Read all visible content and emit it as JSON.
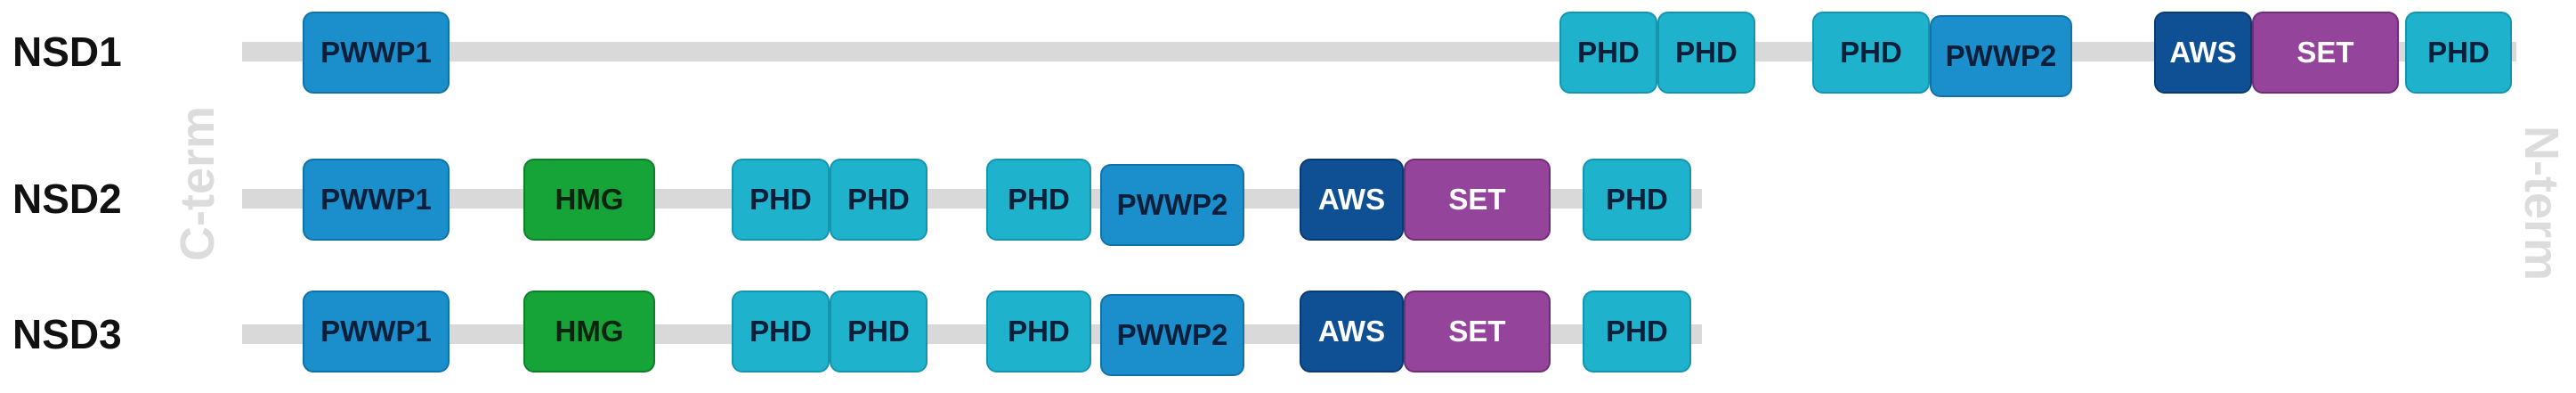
{
  "terminus_labels": {
    "left": "C-term",
    "right": "N-term"
  },
  "colors": {
    "backbone": "#d9d9d9",
    "label_text": "#111111",
    "terminus_text": "#dcdcdc"
  },
  "domain_styles": {
    "PWWP1": {
      "fill": "#1b8fcb",
      "text": "#0b1f3a",
      "border": "#1272a6"
    },
    "PWWP2": {
      "fill": "#1b8fcb",
      "text": "#0b1f3a",
      "border": "#1272a6"
    },
    "PHD": {
      "fill": "#1fb2cc",
      "text": "#0b1f3a",
      "border": "#1595ad"
    },
    "HMG": {
      "fill": "#16a338",
      "text": "#0b2410",
      "border": "#0f7f2a"
    },
    "AWS": {
      "fill": "#0f4f93",
      "text": "#ffffff",
      "border": "#0a3a70"
    },
    "SET": {
      "fill": "#95449c",
      "text": "#ffffff",
      "border": "#6e2f74"
    }
  },
  "proteins": [
    {
      "name": "NSD1",
      "domains": [
        "PWWP1",
        "PHD",
        "PHD",
        "PHD",
        "PWWP2",
        "AWS",
        "SET",
        "PHD"
      ]
    },
    {
      "name": "NSD2",
      "domains": [
        "PWWP1",
        "HMG",
        "PHD",
        "PHD",
        "PHD",
        "PWWP2",
        "AWS",
        "SET",
        "PHD"
      ]
    },
    {
      "name": "NSD3",
      "domains": [
        "PWWP1",
        "HMG",
        "PHD",
        "PHD",
        "PHD",
        "PWWP2",
        "AWS",
        "SET",
        "PHD"
      ]
    }
  ]
}
